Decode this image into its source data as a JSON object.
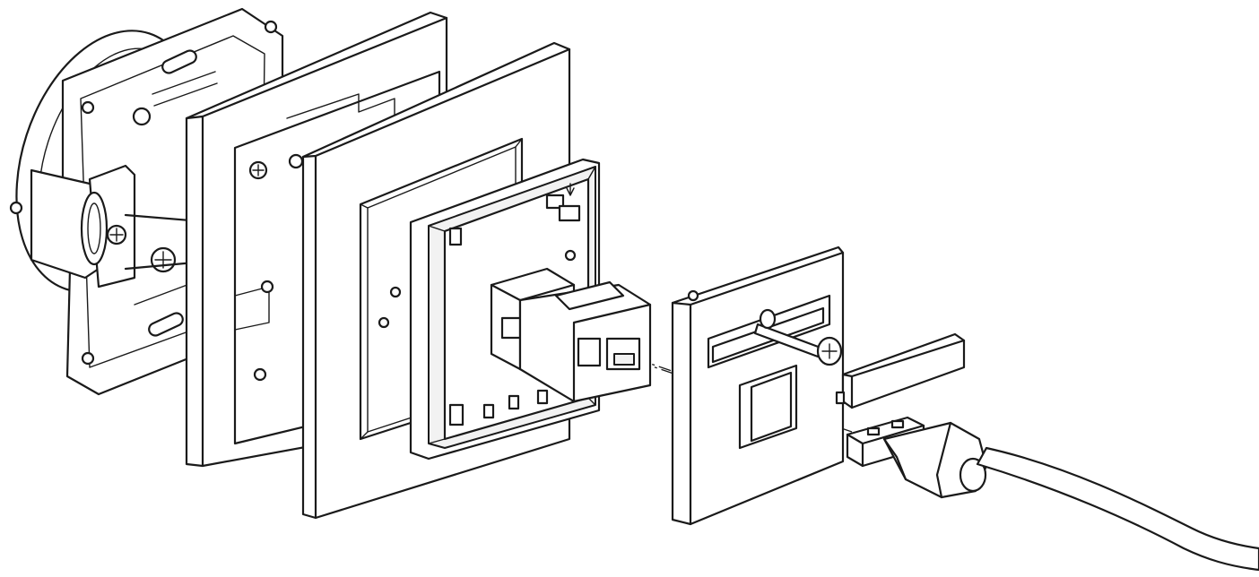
{
  "figure": {
    "kind": "exploded-assembly-line-drawing",
    "components": [
      "mounting-frame",
      "cover-frame-1",
      "cover-frame-2",
      "module-carrier",
      "usb-socket-insert",
      "cover-plate",
      "fixing-screw",
      "label-strip",
      "usb-connector",
      "usb-cable"
    ],
    "colors": {
      "line": "#1a1a1a",
      "fill": "#ffffff",
      "shade": "#f2f2f2"
    }
  }
}
